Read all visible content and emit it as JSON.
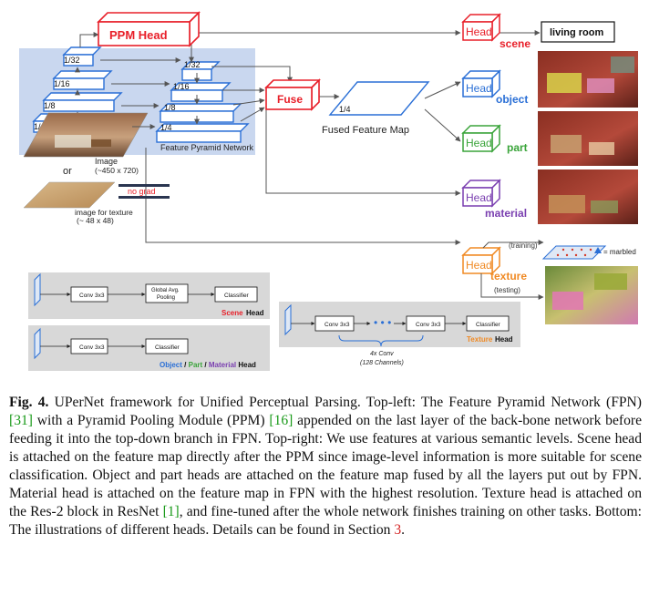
{
  "colors": {
    "red": "#e8202a",
    "blue": "#2a6fd6",
    "green": "#3aa43a",
    "purple": "#7a3fb0",
    "orange": "#f08a24",
    "panel": "#c9d7ef",
    "gray_panel": "#d8d8d8"
  },
  "top": {
    "ppm_head": "PPM Head",
    "fuse": "Fuse",
    "scales": [
      "1/32",
      "1/16",
      "1/8",
      "1/4"
    ],
    "fpn_label": "Feature Pyramid Network",
    "image_label": "Image",
    "image_size": "(~450 x 720)",
    "or_label": "or",
    "texture_image_label": "image for texture",
    "texture_image_size": "(~ 48 x 48)",
    "no_grad": "no grad",
    "fused_scale": "1/4",
    "fused_label": "Fused Feature Map",
    "head_label": "Head",
    "scene": "scene",
    "scene_result": "living room",
    "object": "object",
    "part": "part",
    "material": "material",
    "texture": "texture",
    "training": "(training)",
    "testing": "(testing)",
    "marbled": "= marbled"
  },
  "bottom": {
    "scene_head": {
      "conv": "Conv 3x3",
      "pool_line1": "Global Avg.",
      "pool_line2": "Pooling",
      "classifier": "Classifier",
      "label_colored": "Scene",
      "label_rest": "Head"
    },
    "opm_head": {
      "conv": "Conv 3x3",
      "classifier": "Classifier",
      "object": "Object",
      "part": "Part",
      "material": "Material",
      "sep": "/",
      "rest": "Head"
    },
    "texture_head": {
      "conv1": "Conv 3x3",
      "conv2": "Conv 3x3",
      "classifier": "Classifier",
      "label_colored": "Texture",
      "label_rest": "Head",
      "brace_line1": "4x Conv",
      "brace_line2": "(128 Channels)"
    }
  },
  "caption": {
    "label": "Fig. 4.",
    "t1": " UPerNet framework for Unified Perceptual Parsing. Top-left: The Feature Pyramid Network (FPN) ",
    "r1": "[31]",
    "t2": " with a Pyramid Pooling Module (PPM) ",
    "r2": "[16]",
    "t3": " appended on the last layer of the back-bone network before feeding it into the top-down branch in FPN. Top-right: We use features at various semantic levels. Scene head is attached on the feature map directly after the PPM since image-level information is more suitable for scene classification. Object and part heads are attached on the feature map fused by all the layers put out by FPN. Material head is attached on the feature map in FPN with the highest resolution. Texture head is attached on the Res-2 block in ResNet ",
    "r3": "[1]",
    "t4": ", and fine-tuned after the whole network finishes training on other tasks. Bottom: The illustrations of different heads. Details can be found in Section ",
    "r4": "3",
    "t5": "."
  }
}
